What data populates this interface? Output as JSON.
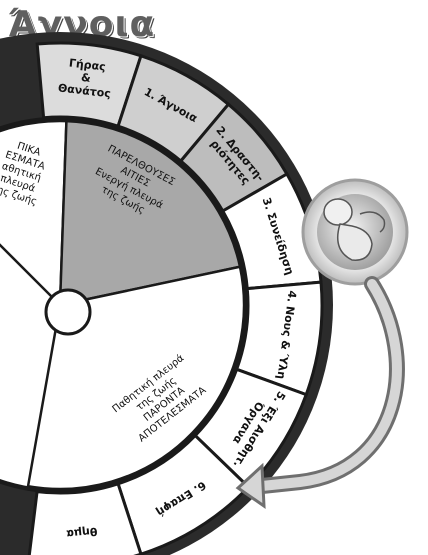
{
  "title": "Άγνοια",
  "wheel": {
    "segments": [
      {
        "label": "Γήρας & Θάνατος",
        "lines": [
          "Γήρας",
          "&",
          "Θανάτος"
        ],
        "fill": "#dcdcdc"
      },
      {
        "label": "1. Άγνοια",
        "lines": [
          "1. Άγνοια"
        ],
        "fill": "#cfcfcf"
      },
      {
        "label": "2. Δραστηριότητες",
        "lines": [
          "2. Δραστη-",
          "ριότητες"
        ],
        "fill": "#bdbdbd"
      },
      {
        "label": "3. Συνείδηση",
        "lines": [
          "3. Συνείδηση"
        ],
        "fill": "#ffffff"
      },
      {
        "label": "4. Νους & Ύλη",
        "lines": [
          "4. Νους & Ύλη"
        ],
        "fill": "#ffffff"
      },
      {
        "label": "5. Έξι Αισθητ. Όργανα",
        "lines": [
          "5. Έξι Αισθητ.",
          "Όργανα"
        ],
        "fill": "#ffffff"
      },
      {
        "label": "6. Επαφή",
        "lines": [
          "6. Επαφή"
        ],
        "fill": "#ffffff"
      },
      {
        "label": "Αίσθημα",
        "lines": [
          "θημα"
        ],
        "fill": "#ffffff"
      }
    ],
    "inner": {
      "past_results": {
        "fill": "#ffffff",
        "lines": [
          "ΠΙΚΑ",
          "ΕΣΜΑΤΑ",
          "αθητική",
          "πλευρά",
          "της ζωής"
        ]
      },
      "past_causes": {
        "fill": "#a8a8a8",
        "lines": [
          "ΠΑΡΕΛΘΟΥΣΕΣ",
          "ΑΙΤΙΕΣ",
          "Ενεργή πλευρά",
          "της ζωής"
        ]
      },
      "present_results": {
        "fill": "#ffffff",
        "lines": [
          "Παθητική πλευρά",
          "της ζωής",
          "",
          "ΠΑΡΟΝΤΑ",
          "ΑΠΟΤΕΛΕΣΜΑΤΑ"
        ]
      }
    }
  },
  "colors": {
    "outline": "#1a1a1a",
    "hub": "#ffffff",
    "arrow": "#8a8a8a",
    "fetus_ring": "#9e9e9e"
  }
}
